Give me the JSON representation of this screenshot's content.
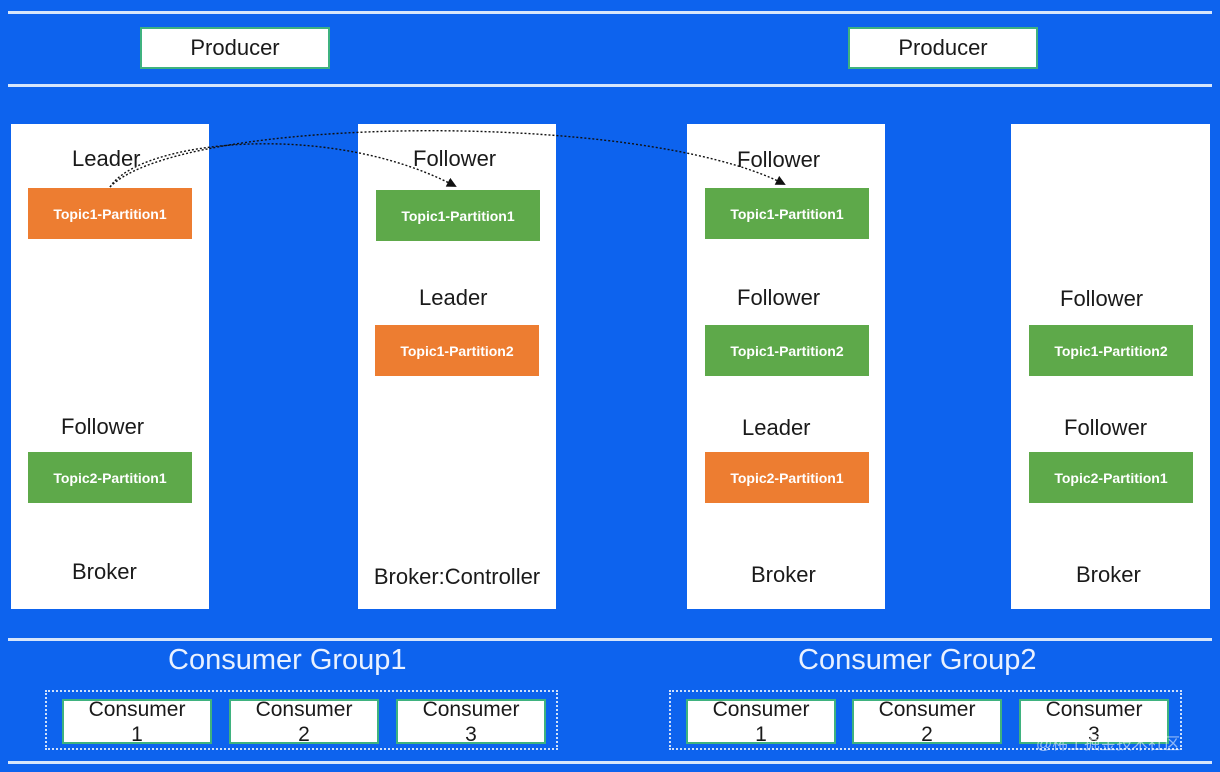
{
  "producers": [
    "Producer",
    "Producer"
  ],
  "brokers": [
    {
      "name": "Broker",
      "roles": [
        {
          "role": "Leader",
          "partition": "Topic1-Partition1",
          "kind": "leader"
        },
        {
          "role": "Follower",
          "partition": "Topic2-Partition1",
          "kind": "follower"
        }
      ]
    },
    {
      "name": "Broker:Controller",
      "roles": [
        {
          "role": "Follower",
          "partition": "Topic1-Partition1",
          "kind": "follower"
        },
        {
          "role": "Leader",
          "partition": "Topic1-Partition2",
          "kind": "leader"
        }
      ]
    },
    {
      "name": "Broker",
      "roles": [
        {
          "role": "Follower",
          "partition": "Topic1-Partition1",
          "kind": "follower"
        },
        {
          "role": "Follower",
          "partition": "Topic1-Partition2",
          "kind": "follower"
        },
        {
          "role": "Leader",
          "partition": "Topic2-Partition1",
          "kind": "leader"
        }
      ]
    },
    {
      "name": "Broker",
      "roles": [
        {
          "role": "Follower",
          "partition": "Topic1-Partition2",
          "kind": "follower"
        },
        {
          "role": "Follower",
          "partition": "Topic2-Partition1",
          "kind": "follower"
        }
      ]
    }
  ],
  "consumer_groups": [
    {
      "name": "Consumer Group1",
      "consumers": [
        {
          "label": "Consumer",
          "num": "1"
        },
        {
          "label": "Consumer",
          "num": "2"
        },
        {
          "label": "Consumer",
          "num": "3"
        }
      ]
    },
    {
      "name": "Consumer Group2",
      "consumers": [
        {
          "label": "Consumer",
          "num": "1"
        },
        {
          "label": "Consumer",
          "num": "2"
        },
        {
          "label": "Consumer",
          "num": "3"
        }
      ]
    }
  ],
  "watermark": "@稀土掘金技术社区",
  "colors": {
    "background": "#0d63ee",
    "leader": "#ed7d31",
    "follower": "#5ea94a",
    "border": "#3fb27f"
  }
}
